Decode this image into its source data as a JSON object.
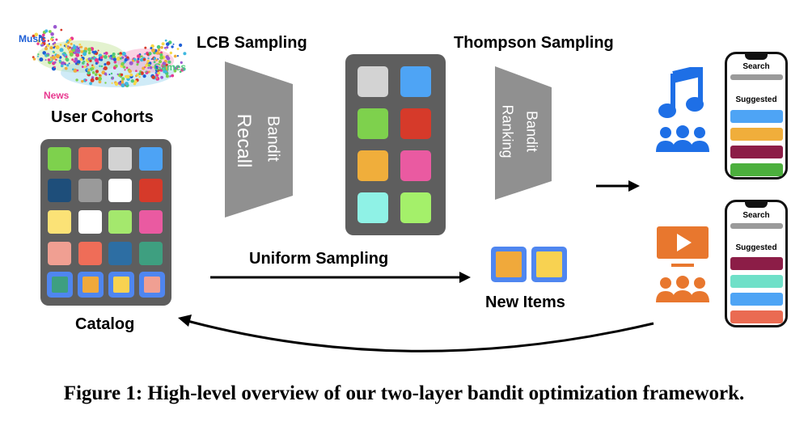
{
  "labels": {
    "lcb_sampling": "LCB Sampling",
    "thompson_sampling": "Thompson Sampling",
    "user_cohorts": "User Cohorts",
    "catalog": "Catalog",
    "uniform_sampling": "Uniform Sampling",
    "new_items": "New Items",
    "bandit_recall_1": "Bandit",
    "bandit_recall_2": "Recall",
    "bandit_ranking_1": "Bandit",
    "bandit_ranking_2": "Ranking"
  },
  "cohort_cloud": {
    "music": "Music",
    "games": "Games",
    "news": "News"
  },
  "phone_top": {
    "search": "Search",
    "suggested": "Suggested",
    "bar_colors": [
      "#4ea4f5",
      "#f0ae3b",
      "#8c1d47",
      "#4caf3d"
    ]
  },
  "phone_bottom": {
    "search": "Search",
    "suggested": "Suggested",
    "bar_colors": [
      "#8c1d47",
      "#6fe0c8",
      "#4ea4f5",
      "#ea6b52"
    ]
  },
  "catalog_colors": [
    [
      "#7ed14d",
      "#ec6d57",
      "#d3d3d3",
      "#4da3f5"
    ],
    [
      "#1e4e7a",
      "#9a9a9a",
      "#ffffff",
      "#d63a2a"
    ],
    [
      "#fbe276",
      "#ffffff",
      "#a4e86d",
      "#ea5aa1"
    ],
    [
      "#f09f92",
      "#ef6d58",
      "#2d6ea3",
      "#3e9f80"
    ]
  ],
  "catalog_new_items": [
    "#3e9f80",
    "#f0a93b",
    "#f8d251",
    "#f09f92"
  ],
  "recall_colors": [
    [
      "#d3d3d3",
      "#4ea4f5"
    ],
    [
      "#7ed14d",
      "#d63a2a"
    ],
    [
      "#f0ae3b",
      "#ea5aa1"
    ],
    [
      "#8ff2e6",
      "#a4f06a"
    ]
  ],
  "new_items": [
    "#f0a93b",
    "#f8d251"
  ],
  "colors": {
    "funnel": "#909090",
    "device": "#5e5e5e",
    "blue_icon": "#1e6fe6",
    "orange_icon": "#e8772e",
    "new_item_border": "#4f86f0"
  },
  "caption": "Figure 1: High-level overview of our two-layer bandit optimization framework."
}
